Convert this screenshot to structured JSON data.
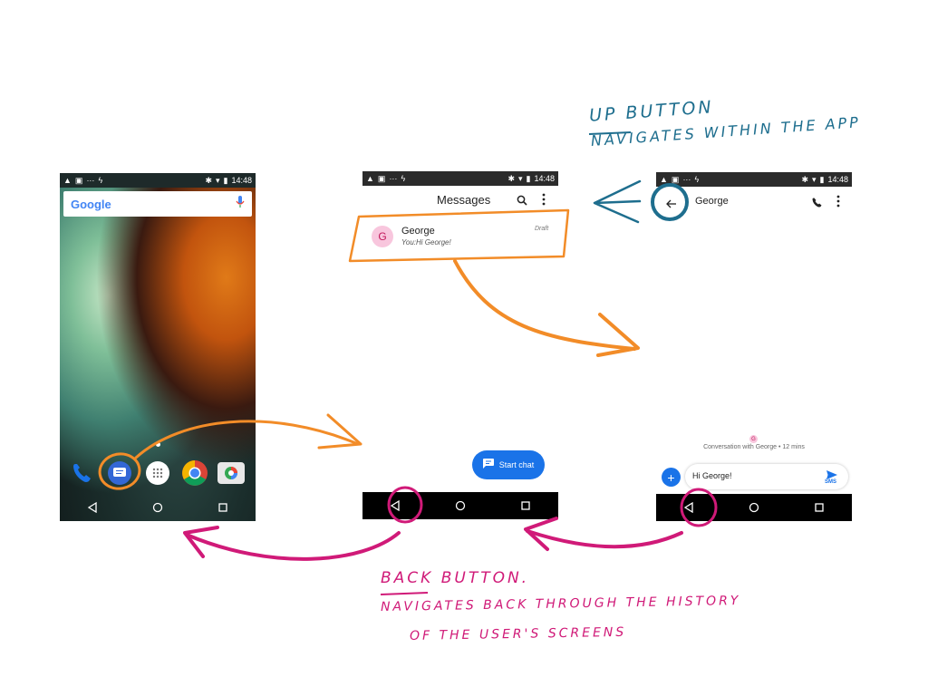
{
  "home_screen": {
    "status_time": "14:48",
    "search_logo": "Google",
    "dock_icons": [
      "phone-icon",
      "messages-icon",
      "app-drawer-icon",
      "chrome-icon",
      "camera-icon"
    ]
  },
  "messages_screen": {
    "status_time": "14:48",
    "title": "Messages",
    "conversation": {
      "avatar_letter": "G",
      "name": "George",
      "preview": "You:Hi George!",
      "badge": "Draft"
    },
    "fab_label": "Start chat"
  },
  "conversation_screen": {
    "status_time": "14:48",
    "contact_name": "George",
    "info_avatar": "G",
    "info_text": "Conversation with George • 12 mins",
    "compose_text": "Hi George!",
    "send_label": "SMS"
  },
  "annotations": {
    "up_title": "Up button",
    "up_desc": "Navigates within the app",
    "back_title": "Back button.",
    "back_desc_1": "Navigates back through the history",
    "back_desc_2": "of the user's screens"
  },
  "colors": {
    "orange": "#f28c28",
    "magenta": "#d01a78",
    "teal": "#1e6e8e",
    "blue": "#1a73e8"
  }
}
